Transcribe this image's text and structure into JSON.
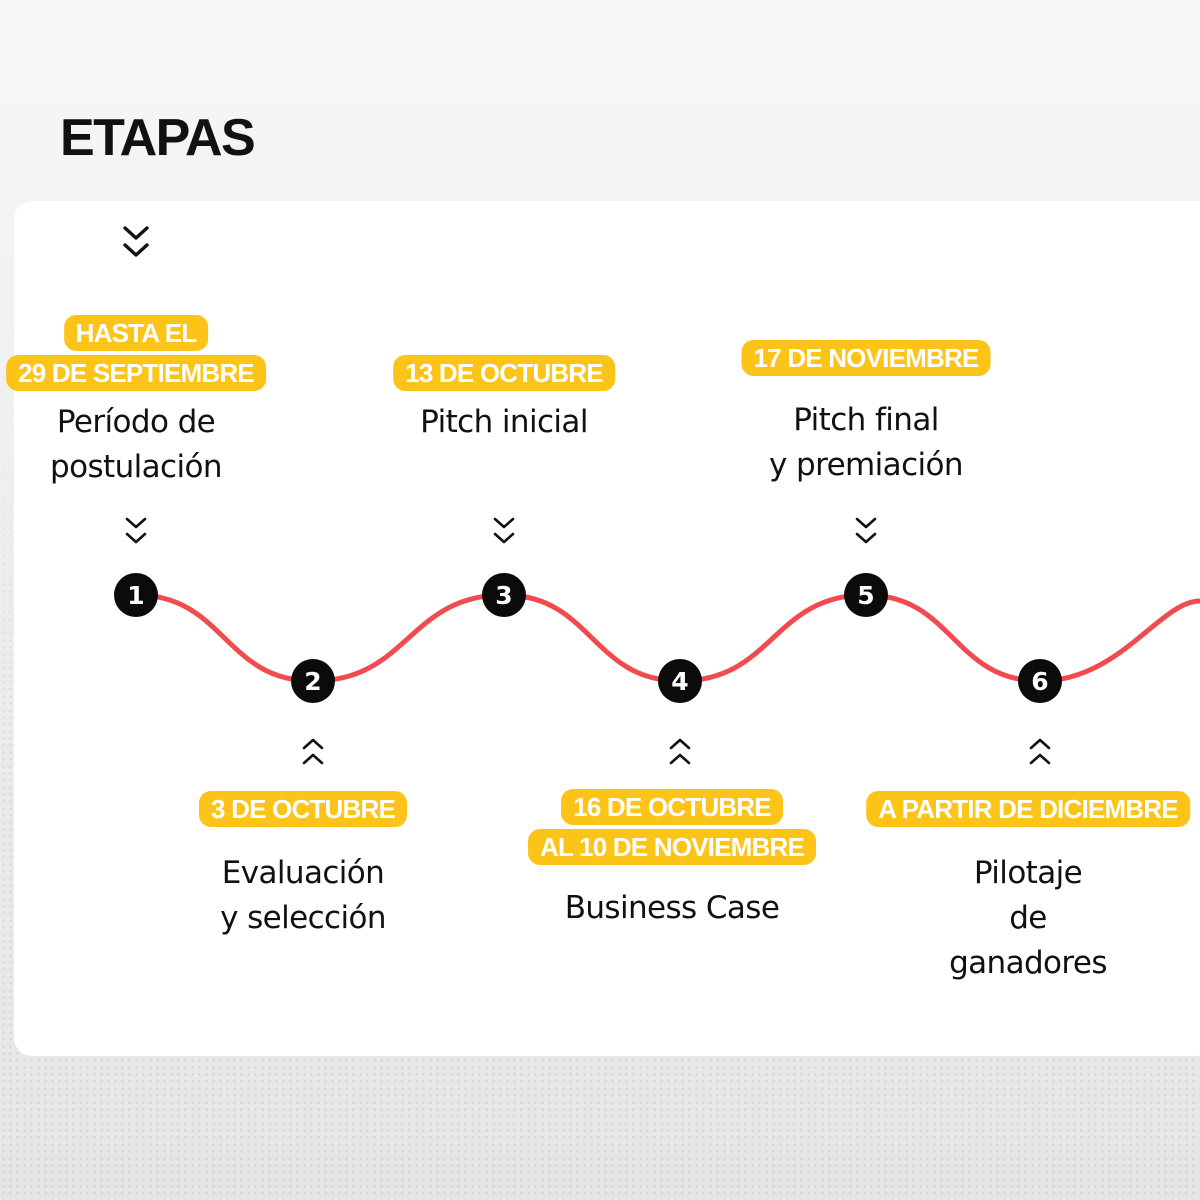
{
  "title": "ETAPAS",
  "colors": {
    "accent": "#fcc419",
    "wave": "#f24b4f",
    "marker": "#0b0b0b"
  },
  "stages": [
    {
      "number": "1",
      "position": "top",
      "date_lines": [
        "HASTA EL",
        "29 DE SEPTIEMBRE"
      ],
      "name": "Período de\npostulación"
    },
    {
      "number": "2",
      "position": "bottom",
      "date_lines": [
        "3 DE OCTUBRE"
      ],
      "name": "Evaluación\ny selección"
    },
    {
      "number": "3",
      "position": "top",
      "date_lines": [
        "13 DE OCTUBRE"
      ],
      "name": "Pitch inicial"
    },
    {
      "number": "4",
      "position": "bottom",
      "date_lines": [
        "16 DE OCTUBRE",
        "AL 10 DE NOVIEMBRE"
      ],
      "name": "Business Case"
    },
    {
      "number": "5",
      "position": "top",
      "date_lines": [
        "17 DE NOVIEMBRE"
      ],
      "name": "Pitch final\ny premiación"
    },
    {
      "number": "6",
      "position": "bottom",
      "date_lines": [
        "A PARTIR DE DICIEMBRE"
      ],
      "name": "Pilotaje\nde ganadores"
    }
  ]
}
